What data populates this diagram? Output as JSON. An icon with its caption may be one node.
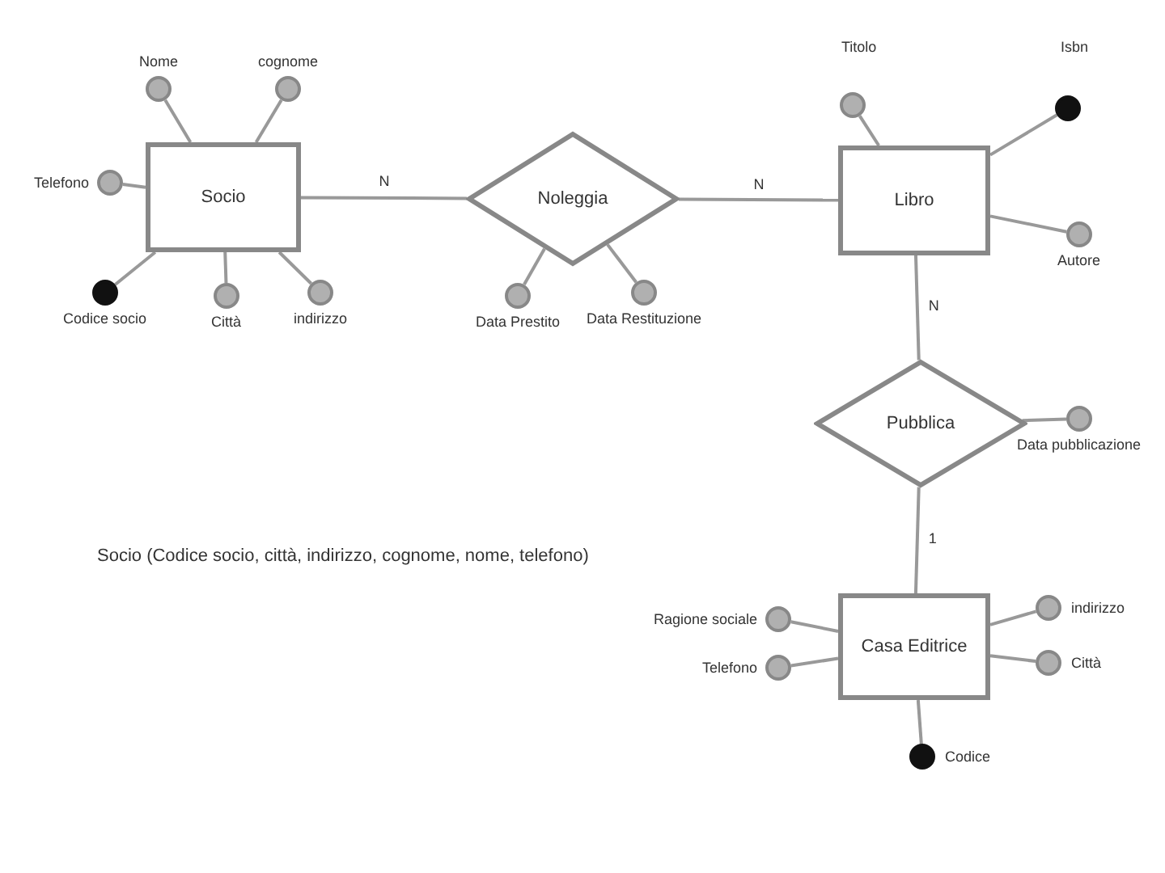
{
  "diagram": {
    "nodes": [
      {
        "text": [
          "Socio"
        ]
      },
      {
        "text": [],
        "shape": "circle",
        "beside": [
          "Nome"
        ]
      },
      {
        "text": [],
        "shape": "circle",
        "beside": [
          "cognome"
        ]
      },
      {
        "text": [],
        "shape": "circle",
        "beside": [
          "Telefono"
        ]
      },
      {
        "text": [],
        "shape": "dot",
        "beside": [
          "Codice socio"
        ]
      },
      {
        "text": [],
        "shape": "circle",
        "beside": [
          "Città"
        ]
      },
      {
        "text": [],
        "shape": "circle",
        "beside": [
          "indirizzo"
        ]
      },
      {
        "text": [
          "Noleggia"
        ]
      },
      {
        "text": [],
        "shape": "circle",
        "beside": [
          "Data Prestito"
        ]
      },
      {
        "text": [],
        "shape": "circle",
        "beside": [
          "Data Restituzione"
        ]
      },
      {
        "text": [
          "Libro"
        ]
      },
      {
        "text": [],
        "shape": "circle",
        "beside": [
          "Titolo"
        ]
      },
      {
        "text": [],
        "shape": "dot",
        "beside": [
          "Isbn"
        ]
      },
      {
        "text": [],
        "shape": "circle",
        "beside": [
          "Autore"
        ]
      },
      {
        "text": [
          "Pubblica"
        ]
      },
      {
        "text": [],
        "shape": "circle",
        "beside": [
          "Data pubblicazione"
        ]
      },
      {
        "text": [
          "Casa Editrice"
        ]
      },
      {
        "text": [],
        "shape": "circle",
        "beside": [
          "Ragione sociale"
        ]
      },
      {
        "text": [],
        "shape": "circle",
        "beside": [
          "Telefono"
        ]
      },
      {
        "text": [],
        "shape": "circle",
        "beside": [
          "indirizzo"
        ]
      },
      {
        "text": [],
        "shape": "circle",
        "beside": [
          "Città"
        ]
      },
      {
        "text": [],
        "shape": "dot",
        "beside": [
          "Codice"
        ]
      }
    ],
    "edges": [
      {
        "from": 1,
        "to": 0,
        "arrow": "none"
      },
      {
        "from": 2,
        "to": 0,
        "arrow": "none"
      },
      {
        "from": 3,
        "to": 0,
        "arrow": "none"
      },
      {
        "from": 4,
        "to": 0,
        "arrow": "none"
      },
      {
        "from": 5,
        "to": 0,
        "arrow": "none"
      },
      {
        "from": 6,
        "to": 0,
        "arrow": "none"
      },
      {
        "from": 0,
        "to": 7,
        "arrow": "none",
        "label": "N"
      },
      {
        "from": 8,
        "to": 7,
        "arrow": "none"
      },
      {
        "from": 9,
        "to": 7,
        "arrow": "none"
      },
      {
        "from": 7,
        "to": 10,
        "arrow": "none",
        "label": "N"
      },
      {
        "from": 11,
        "to": 10,
        "arrow": "none"
      },
      {
        "from": 12,
        "to": 10,
        "arrow": "none"
      },
      {
        "from": 13,
        "to": 10,
        "arrow": "none"
      },
      {
        "from": 10,
        "to": 14,
        "arrow": "none",
        "label": "N"
      },
      {
        "from": 15,
        "to": 14,
        "arrow": "none"
      },
      {
        "from": 14,
        "to": 16,
        "arrow": "none",
        "label": "1"
      },
      {
        "from": 17,
        "to": 16,
        "arrow": "none"
      },
      {
        "from": 18,
        "to": 16,
        "arrow": "none"
      },
      {
        "from": 19,
        "to": 16,
        "arrow": "none"
      },
      {
        "from": 20,
        "to": 16,
        "arrow": "none"
      },
      {
        "from": 21,
        "to": 16,
        "arrow": "none"
      }
    ],
    "labels": [
      "Socio (Codice socio, città, indirizzo, cognome, nome, telefono)"
    ]
  }
}
